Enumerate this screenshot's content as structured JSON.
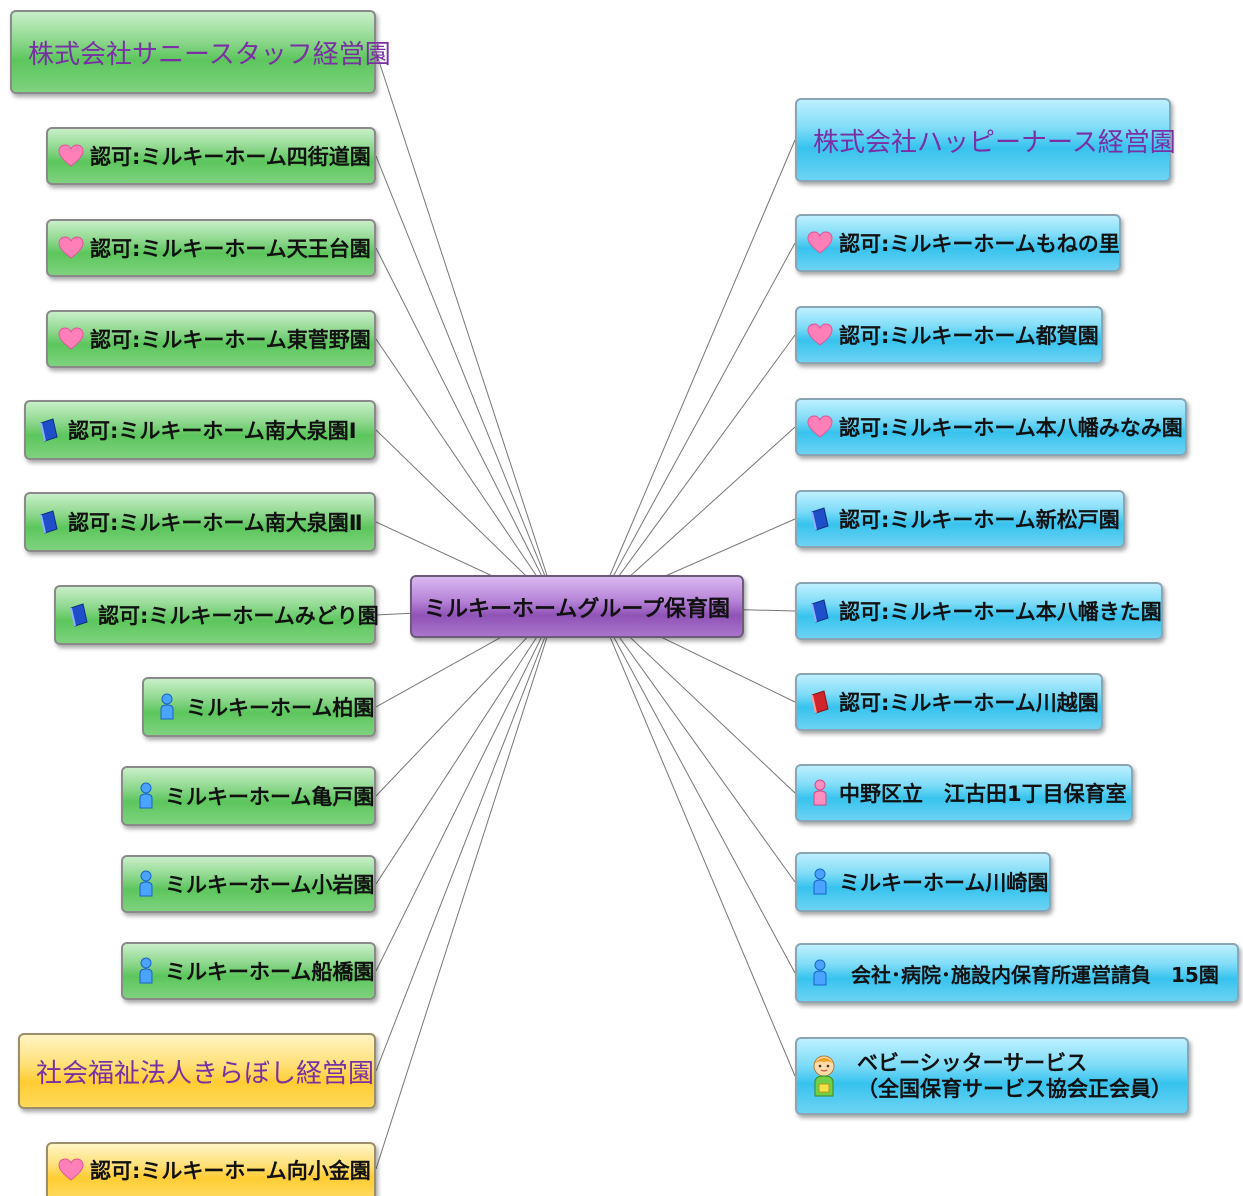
{
  "center": {
    "label": "ミルキーホームグループ保育園"
  },
  "left": {
    "sunny_header": "株式会社サニースタッフ経営園",
    "yotsukaido": "認可:ミルキーホーム四街道園",
    "tennodai": "認可:ミルキーホーム天王台園",
    "higashisugano": "認可:ミルキーホーム東菅野園",
    "minamioizumi1": "認可:ミルキーホーム南大泉園Ⅰ",
    "minamioizumi2": "認可:ミルキーホーム南大泉園Ⅱ",
    "midori": "認可:ミルキーホームみどり園",
    "kashiwa": "ミルキーホーム柏園",
    "kameido": "ミルキーホーム亀戸園",
    "koiwa": "ミルキーホーム小岩園",
    "funabashi": "ミルキーホーム船橋園",
    "kiraboshi_header": "社会福祉法人きらぼし経営園",
    "mukaikogane": "認可:ミルキーホーム向小金園"
  },
  "right": {
    "happy_header": "株式会社ハッピーナース経営園",
    "monenosato": "認可:ミルキーホームもねの里",
    "tsuga": "認可:ミルキーホーム都賀園",
    "motoyawata_minami": "認可:ミルキーホーム本八幡みなみ園",
    "shinmatsudo": "認可:ミルキーホーム新松戸園",
    "motoyawata_kita": "認可:ミルキーホーム本八幡きた園",
    "kawagoe": "認可:ミルキーホーム川越園",
    "egota": "中野区立　江古田1丁目保育室",
    "kawasaki": "ミルキーホーム川崎園",
    "contract": "会社･病院･施設内保育所運営請負　15園",
    "babysitter_line1": "ベビーシッターサービス",
    "babysitter_line2": "（全国保育サービス協会正会員）"
  },
  "icons": {
    "heart": "heart-icon",
    "blue_book": "blue-book-icon",
    "red_book": "red-book-icon",
    "blue_person": "blue-person-icon",
    "pink_person": "pink-person-icon",
    "child": "child-icon"
  },
  "colors": {
    "left_green": "#5cc65c",
    "right_blue": "#37c3ee",
    "kiraboshi_yellow": "#ffcc33",
    "center_purple": "#8f52b6",
    "header_text": "#7a2fa5",
    "connector": "#777777"
  }
}
